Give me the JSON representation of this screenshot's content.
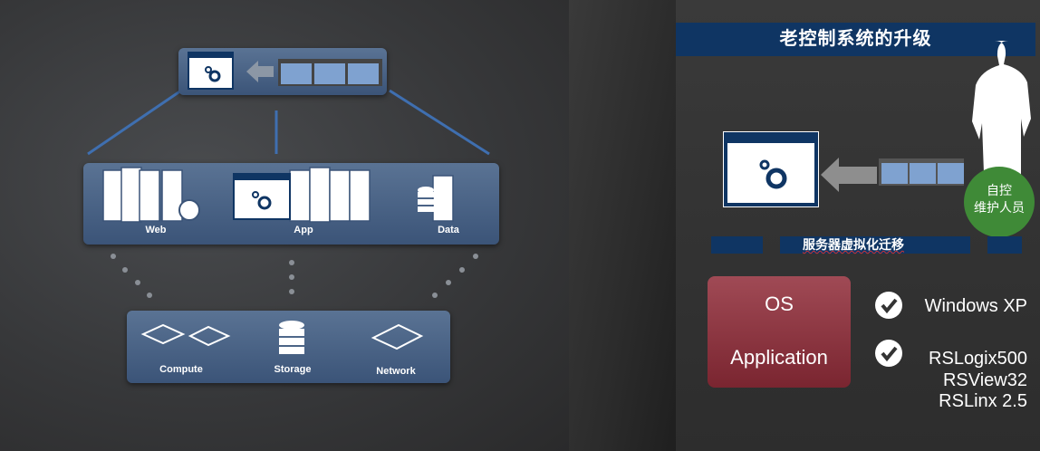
{
  "left": {
    "tiers": {
      "web": "Web",
      "app": "App",
      "data": "Data"
    },
    "infra": {
      "compute": "Compute",
      "storage": "Storage",
      "network": "Network"
    }
  },
  "right": {
    "title": "老控制系统的升级",
    "person_label_1": "自控",
    "person_label_2": "维护人员",
    "migration_label": "服务器虚拟化迁移",
    "box_os": "OS",
    "box_app": "Application",
    "item1": "Windows XP",
    "item2_lines": [
      "RSLogix500",
      "RSView32",
      "RSLinx 2.5"
    ]
  },
  "colors": {
    "navy": "#0f3563",
    "green": "#3f8a37",
    "red": "#8a2f3a"
  }
}
